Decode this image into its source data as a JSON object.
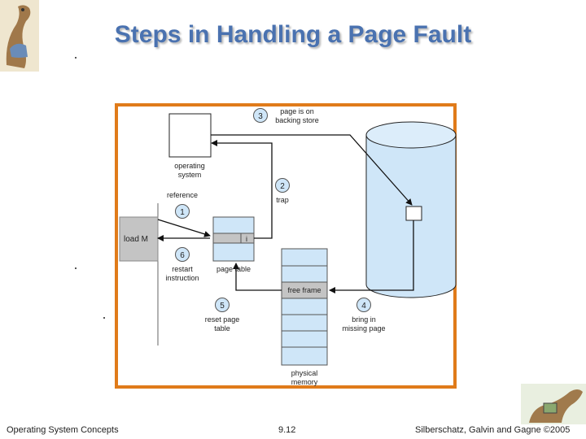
{
  "slide": {
    "title": "Steps in Handling a Page Fault",
    "footer_left": "Operating System Concepts",
    "footer_center": "9.12",
    "footer_right": "Silberschatz, Galvin and Gagne ©2005"
  },
  "diagram": {
    "frame_color": "#e07b1a",
    "disk_color": "#cfe6f8",
    "steps": [
      {
        "num": "1",
        "label": "reference"
      },
      {
        "num": "2",
        "label": "trap"
      },
      {
        "num": "3",
        "label_line1": "page is on",
        "label_line2": "backing store"
      },
      {
        "num": "4",
        "label_line1": "bring in",
        "label_line2": "missing page"
      },
      {
        "num": "5",
        "label_line1": "reset page",
        "label_line2": "table"
      },
      {
        "num": "6",
        "label_line1": "restart",
        "label_line2": "instruction"
      }
    ],
    "os_line1": "operating",
    "os_line2": "system",
    "load_label": "load M",
    "invalid_bit": "i",
    "page_table_label": "page table",
    "free_frame_label": "free frame",
    "phys_line1": "physical",
    "phys_line2": "memory"
  }
}
